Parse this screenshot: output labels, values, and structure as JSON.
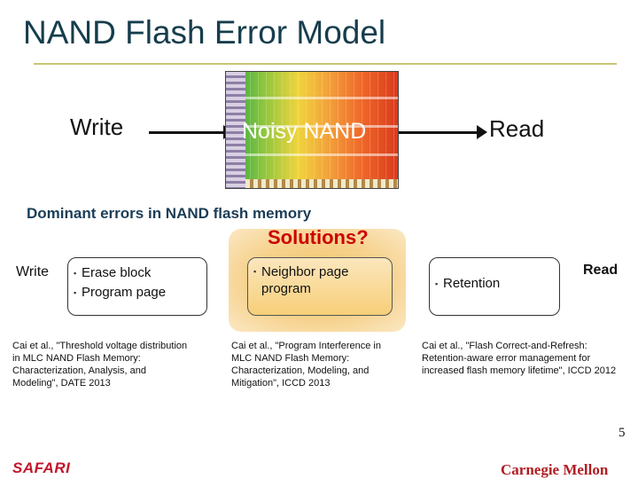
{
  "slide": {
    "title": "NAND Flash Error Model",
    "top_flow": {
      "write_label": "Write",
      "chip_label": "Noisy NAND",
      "read_label": "Read"
    },
    "subtitle": "Dominant errors in NAND flash memory",
    "solutions_label": "Solutions?",
    "bottom_flow": {
      "write_label": "Write",
      "read_label": "Read"
    },
    "boxes": {
      "left": [
        "Erase block",
        "Program page"
      ],
      "middle": [
        "Neighbor page program"
      ],
      "right": [
        "Retention"
      ]
    },
    "citations": {
      "left": "Cai et al., \"Threshold voltage distribution in MLC NAND Flash Memory: Characterization, Analysis, and Modeling\", DATE 2013",
      "middle": "Cai et al., \"Program Interference in MLC NAND Flash Memory: Characterization, Modeling, and Mitigation\", ICCD 2013",
      "right": "Cai et al., \"Flash Correct-and-Refresh: Retention-aware error management for increased flash memory lifetime\", ICCD 2012"
    },
    "footer": {
      "left_logo": "SAFARI",
      "right_logo": "Carnegie Mellon",
      "page_number": "5"
    },
    "colors": {
      "title": "#163d4c",
      "subtitle": "#1b3d57",
      "solutions": "#cc0000",
      "rule": "#c9c474",
      "solution_box": "#f7cf78"
    }
  }
}
